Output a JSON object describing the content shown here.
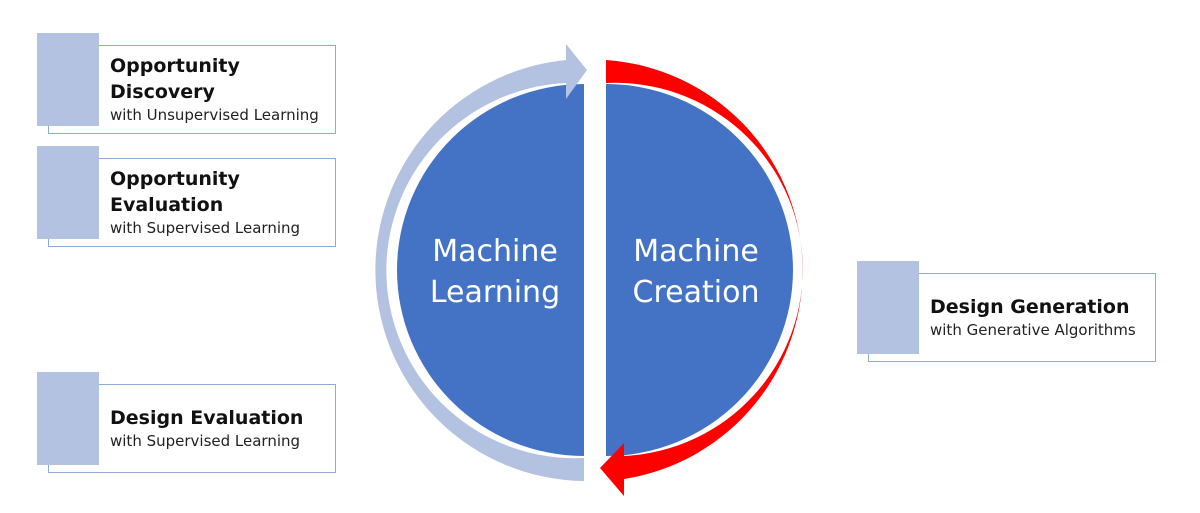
{
  "cards": {
    "opportunity_discovery": {
      "title": "Opportunity\nDiscovery",
      "subtitle": "with Unsupervised Learning"
    },
    "opportunity_evaluation": {
      "title": "Opportunity\nEvaluation",
      "subtitle": "with Supervised Learning"
    },
    "design_evaluation": {
      "title": "Design Evaluation",
      "subtitle": "with Supervised Learning"
    },
    "design_generation": {
      "title": "Design Generation",
      "subtitle": "with Generative Algorithms"
    }
  },
  "circle": {
    "left_line1": "Machine",
    "left_line2": "Learning",
    "right_line1": "Machine",
    "right_line2": "Creation"
  },
  "colors": {
    "circle_fill": "#4472c4",
    "left_arrow": "#b4c2e1",
    "right_arrow": "#ff0000",
    "card_border": "#8eaadb",
    "card_tab": "#b4c2e1"
  }
}
